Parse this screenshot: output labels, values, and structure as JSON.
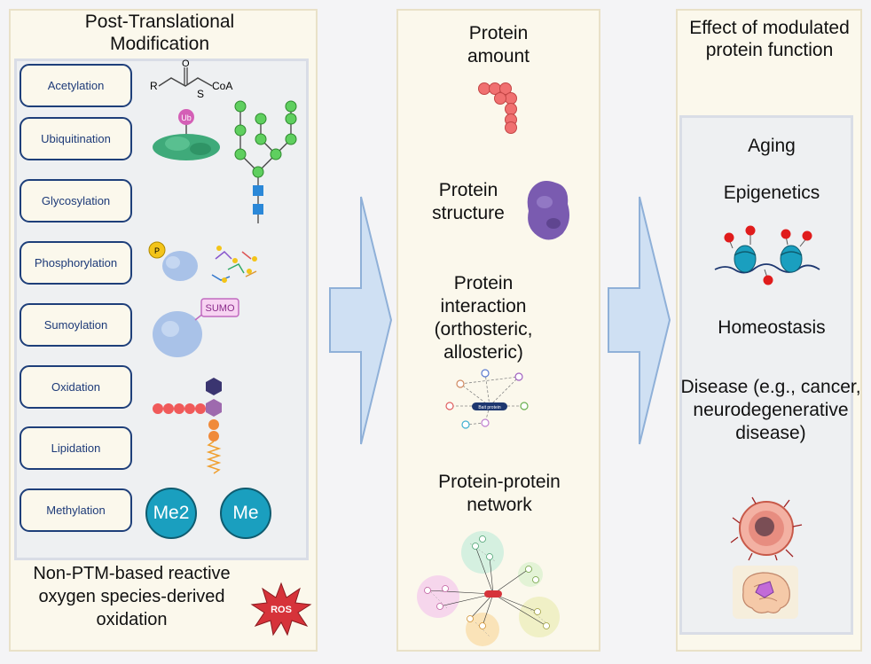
{
  "panel1": {
    "title": "Post-Translational Modification",
    "ptms": [
      "Acetylation",
      "Ubiquitination",
      "Glycosylation",
      "Phosphorylation",
      "Sumoylation",
      "Oxidation",
      "Lipidation",
      "Methylation"
    ],
    "acetyl_labels": {
      "r": "R",
      "o": "O",
      "s": "S",
      "coa": "CoA"
    },
    "ub_label": "Ub",
    "sumo_label": "SUMO",
    "methyl_labels": [
      "Me2",
      "Me"
    ],
    "footer": "Non-PTM-based reactive oxygen species-derived oxidation",
    "ros_label": "ROS"
  },
  "panel2": {
    "items": [
      "Protein amount",
      "Protein structure",
      "Protein interaction (orthosteric, allosteric)",
      "Protein-protein network"
    ],
    "bait_label": "Bait protein"
  },
  "panel3": {
    "title": "Effect of modulated protein function",
    "effects": [
      "Aging",
      "Epigenetics",
      "Homeostasis",
      "Disease (e.g., cancer, neurodegenerative disease)"
    ]
  },
  "colors": {
    "panel_bg": "#fbf8ec",
    "arrow_fill": "#cfe0f3",
    "arrow_stroke": "#8fb0d8",
    "node_red": "#f07070"
  }
}
